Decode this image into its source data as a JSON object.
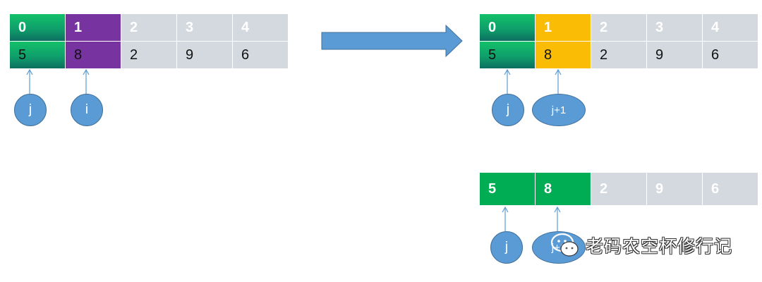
{
  "left": {
    "indices": [
      "0",
      "1",
      "2",
      "3",
      "4"
    ],
    "values": [
      "5",
      "8",
      "2",
      "9",
      "6"
    ],
    "pointers": [
      "j",
      "i"
    ]
  },
  "right_top": {
    "indices": [
      "0",
      "1",
      "2",
      "3",
      "4"
    ],
    "values": [
      "5",
      "8",
      "2",
      "9",
      "6"
    ],
    "pointers": [
      "j",
      "j+1"
    ]
  },
  "right_bottom": {
    "values": [
      "5",
      "8",
      "2",
      "9",
      "6"
    ],
    "pointers": [
      "j",
      "j+1"
    ]
  },
  "watermark": {
    "text": "老码农空杯修行记"
  },
  "colors": {
    "green": "#0f9f6b",
    "purple": "#7733a0",
    "yellow": "#fbbc05",
    "gray": "#d4d9df",
    "pointer_blue": "#5b9bd5",
    "arrow_blue": "#5b9bd5"
  }
}
